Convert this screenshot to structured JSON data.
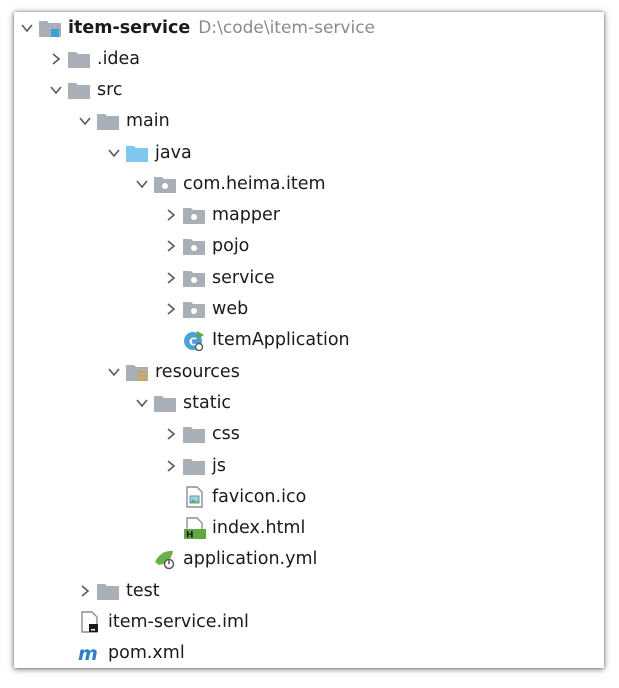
{
  "tree": {
    "root": {
      "label": "item-service",
      "path": "D:\\code\\item-service"
    },
    "idea": {
      "label": ".idea"
    },
    "src": {
      "label": "src"
    },
    "main": {
      "label": "main"
    },
    "java": {
      "label": "java"
    },
    "package": {
      "label": "com.heima.item"
    },
    "mapper": {
      "label": "mapper"
    },
    "pojo": {
      "label": "pojo"
    },
    "service": {
      "label": "service"
    },
    "web": {
      "label": "web"
    },
    "app_class": {
      "label": "ItemApplication"
    },
    "resources": {
      "label": "resources"
    },
    "static": {
      "label": "static"
    },
    "css": {
      "label": "css"
    },
    "js": {
      "label": "js"
    },
    "favicon": {
      "label": "favicon.ico"
    },
    "index": {
      "label": "index.html"
    },
    "app_yml": {
      "label": "application.yml"
    },
    "test": {
      "label": "test"
    },
    "iml": {
      "label": "item-service.iml"
    },
    "pom": {
      "label": "pom.xml"
    }
  },
  "colors": {
    "folder": "#a9afb6",
    "source_folder": "#7ec8ee",
    "module_blue": "#3ea0d6",
    "spring_green": "#6ab04c",
    "html_green": "#5fa843",
    "maven_blue": "#2f7fd1"
  }
}
